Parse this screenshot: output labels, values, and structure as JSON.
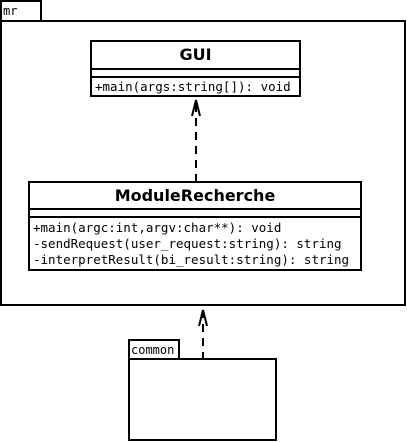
{
  "packages": {
    "mr": {
      "label": "mr"
    },
    "common": {
      "label": "common"
    }
  },
  "classes": {
    "gui": {
      "name": "GUI",
      "operations": [
        "+main(args:string[]): void"
      ]
    },
    "module_recherche": {
      "name": "ModuleRecherche",
      "operations": [
        "+main(argc:int,argv:char**): void",
        "-sendRequest(user_request:string): string",
        "-interpretResult(bi_result:string): string"
      ]
    }
  },
  "relations": [
    {
      "from": "ModuleRecherche",
      "to": "GUI",
      "kind": "dependency"
    },
    {
      "from": "common",
      "to": "mr",
      "kind": "dependency"
    }
  ]
}
